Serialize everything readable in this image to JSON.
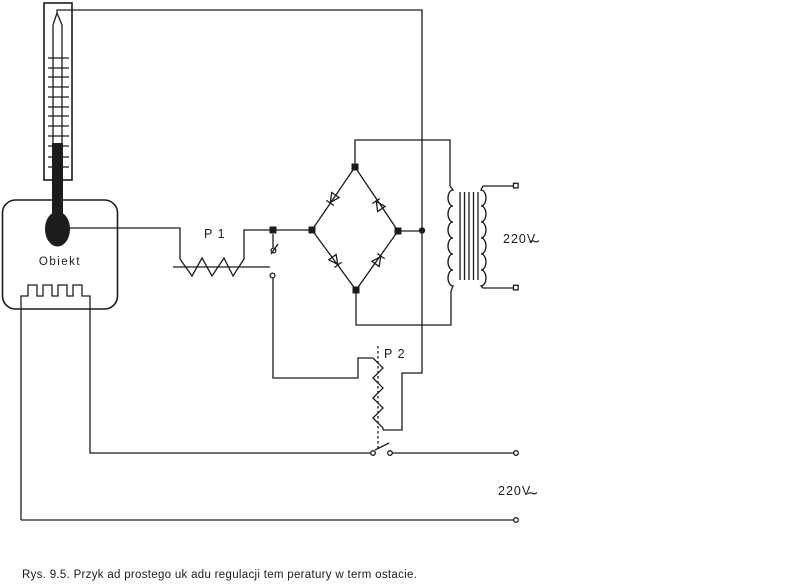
{
  "figure": {
    "caption": "Rys. 9.5. Przyk ad prostego uk adu regulacji tem peratury w term ostacie.",
    "labels": {
      "object": "Obiekt",
      "pot1": "P 1",
      "pot2": "P 2",
      "voltage_secondary": "220V",
      "voltage_mains": "220V",
      "ac_symbol": "∼"
    },
    "colors": {
      "ink": "#1c1c1c",
      "background": "#ffffff"
    }
  }
}
